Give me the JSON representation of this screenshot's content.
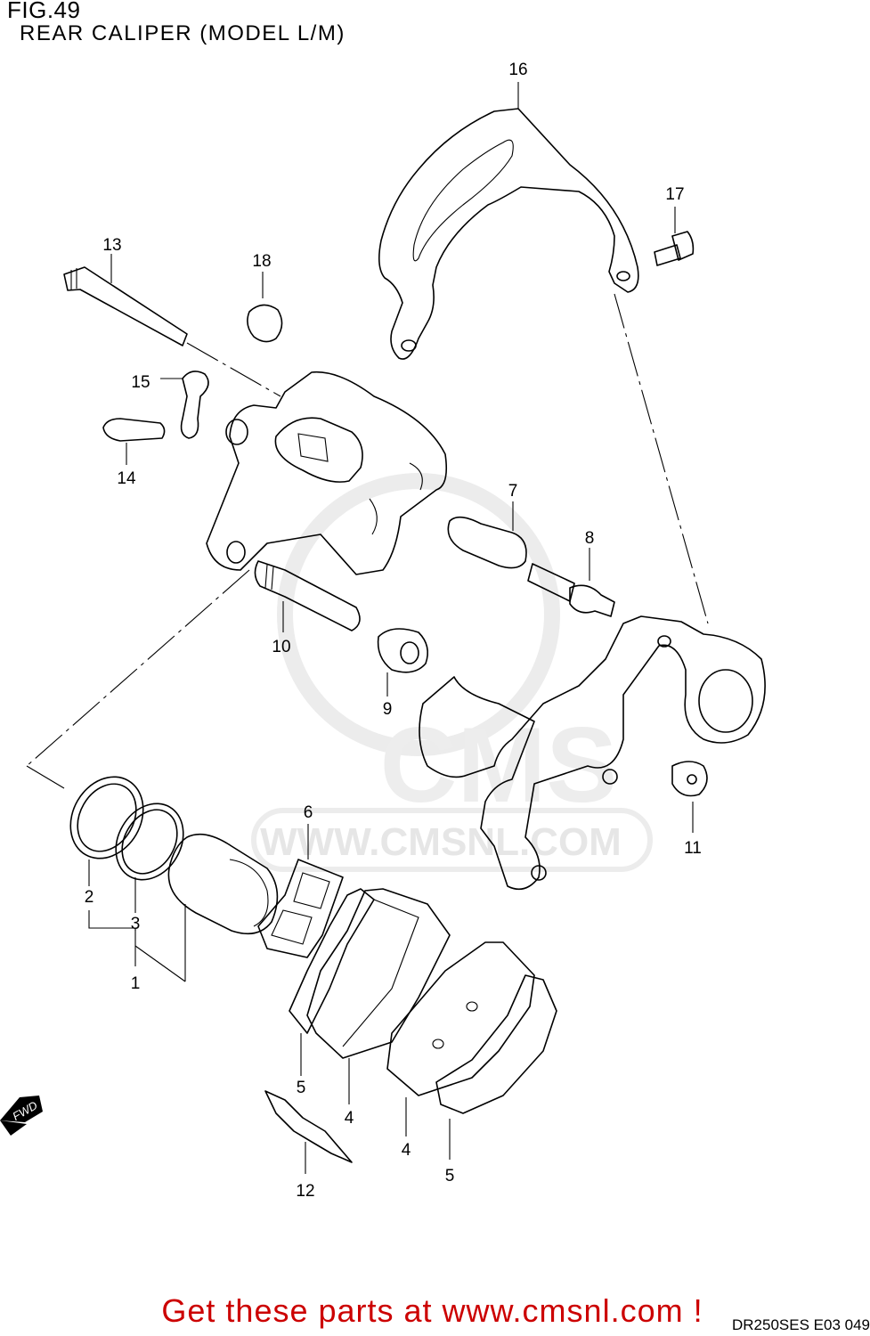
{
  "figure": {
    "label": "FIG.49",
    "subtitle": "REAR CALIPER (MODEL L/M)"
  },
  "callouts": [
    "1",
    "2",
    "3",
    "4",
    "4",
    "5",
    "5",
    "6",
    "7",
    "8",
    "9",
    "10",
    "11",
    "12",
    "13",
    "14",
    "15",
    "16",
    "17",
    "18"
  ],
  "watermark": {
    "logo": "CMS",
    "url": "WWW.CMSNL.COM"
  },
  "direction_badge": "FWD",
  "footer": {
    "promo": "Get these parts at www.cmsnl.com !",
    "ref_code": "DR250SES E03  049"
  },
  "colors": {
    "promo": "#cc0000",
    "watermark": "#e6e6e6",
    "line": "#000000"
  }
}
